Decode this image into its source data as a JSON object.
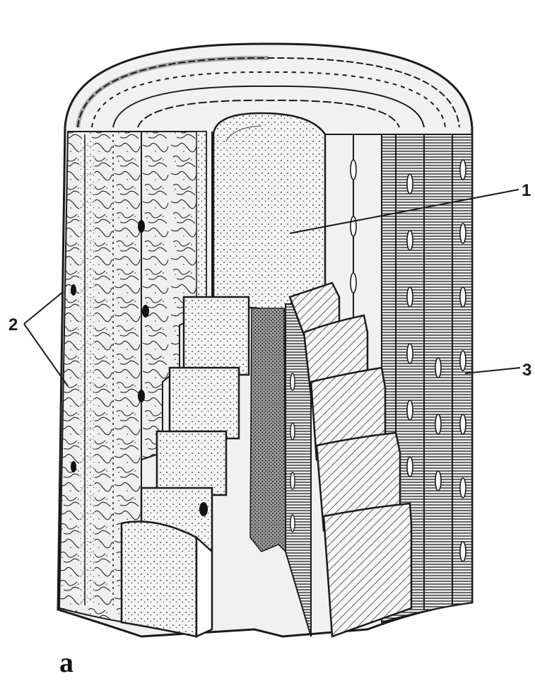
{
  "figure": {
    "panel_letter": "a",
    "callouts": [
      {
        "id": "1",
        "text": "1"
      },
      {
        "id": "2",
        "text": "2"
      },
      {
        "id": "3",
        "text": "3"
      }
    ]
  },
  "colors": {
    "ink": "#1b1b1b",
    "paper": "#ffffff",
    "fill_light": "#f1f1f1",
    "fill_mid": "#d9d9d9",
    "fill_dark": "#3a3a3a"
  }
}
